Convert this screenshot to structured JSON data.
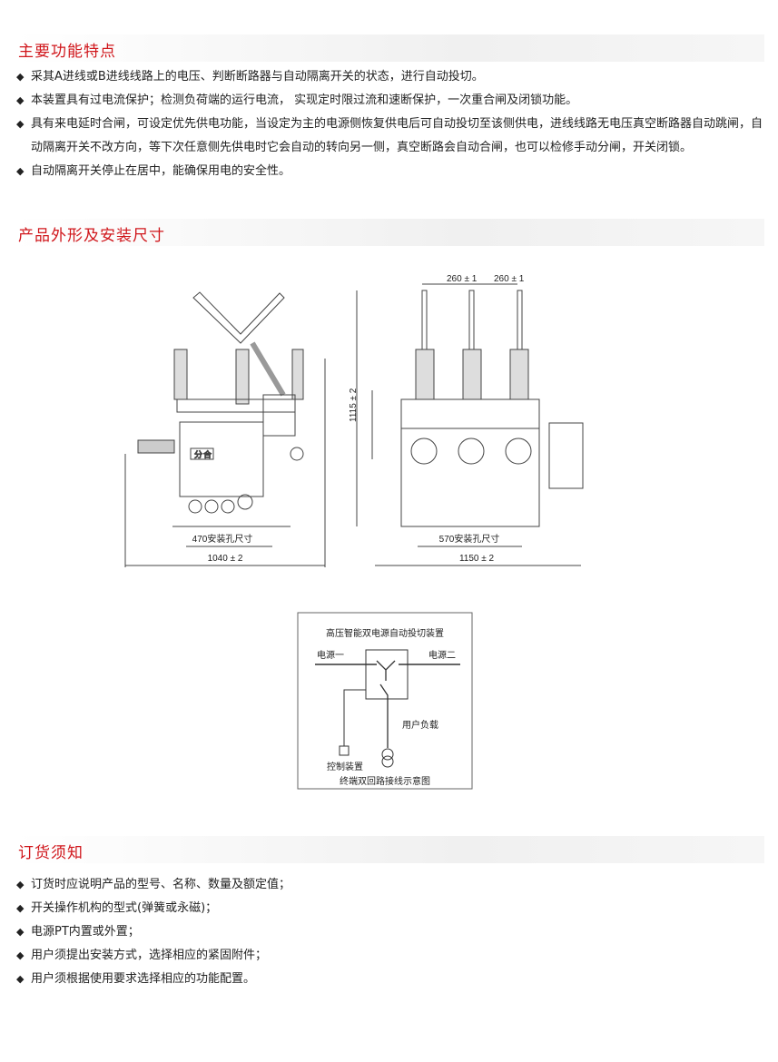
{
  "section1": {
    "title": "主要功能特点",
    "items": [
      "采其A进线或B进线线路上的电压、判断断路器与自动隔离开关的状态，进行自动投切。",
      "本装置具有过电流保护；检测负荷端的运行电流， 实现定时限过流和速断保护，一次重合闸及闭锁功能。",
      "具有来电延时合闸，可设定优先供电功能，当设定为主的电源侧恢复供电后可自动投切至该侧供电，进线线路无电压真空断路器自动跳闸，自动隔离开关不改方向，等下次任意侧先供电时它会自动的转向另一侧，真空断路会自动合闸，也可以检修手动分闸，开关闭锁。",
      "自动隔离开关停止在居中，能确保用电的安全性。"
    ]
  },
  "section2": {
    "title": "产品外形及安装尺寸",
    "side_view": {
      "panel_label_open": "分",
      "panel_label_close": "合",
      "hole_dim": "470安装孔尺寸",
      "width_dim": "1040 ± 2"
    },
    "front_view": {
      "pitch1": "260 ± 1",
      "pitch2": "260 ± 1",
      "height_dim": "1115 ± 2",
      "hole_dim": "570安装孔尺寸",
      "width_dim": "1150 ± 2"
    },
    "schematic": {
      "title": "高压智能双电源自动投切装置",
      "source1": "电源一",
      "source2": "电源二",
      "load": "用户负载",
      "control": "控制装置",
      "caption": "终端双回路接线示意图"
    }
  },
  "section3": {
    "title": "订货须知",
    "items": [
      "订货时应说明产品的型号、名称、数量及额定值；",
      "开关操作机构的型式(弹簧或永磁)；",
      "电源PT内置或外置；",
      "用户须提出安装方式，选择相应的紧固附件；",
      "用户须根据使用要求选择相应的功能配置。"
    ]
  }
}
